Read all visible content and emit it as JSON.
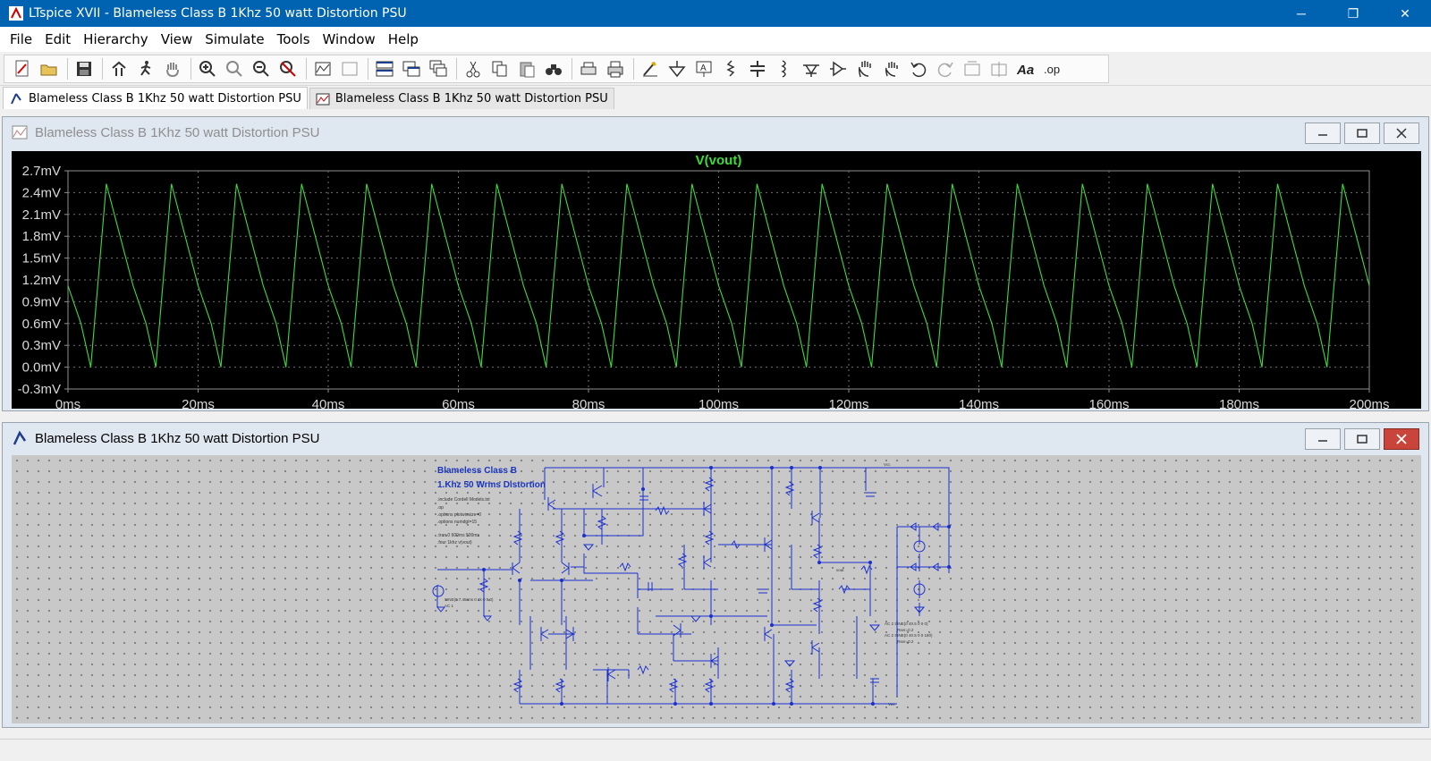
{
  "window": {
    "title": "LTspice XVII - Blameless Class B 1Khz 50 watt Distortion PSU",
    "minimize_glyph": "─",
    "maximize_glyph": "❐",
    "close_glyph": "✕"
  },
  "menu": [
    "File",
    "Edit",
    "Hierarchy",
    "View",
    "Simulate",
    "Tools",
    "Window",
    "Help"
  ],
  "toolbar": {
    "icons": [
      "new-schematic-icon",
      "open-icon",
      "save-icon",
      "control-panel-icon",
      "run-icon",
      "halt-icon",
      "zoom-in-icon",
      "zoom-area-icon",
      "zoom-out-icon",
      "zoom-cancel-icon",
      "autorange-icon",
      "plot-settings-icon",
      "tile-horizontal-icon",
      "tile-vertical-icon",
      "cascade-icon",
      "cut-icon",
      "copy-icon",
      "paste-icon",
      "find-icon",
      "print-setup-icon",
      "print-icon",
      "wire-icon",
      "ground-icon",
      "label-net-icon",
      "resistor-icon",
      "capacitor-icon",
      "inductor-icon",
      "diode-icon",
      "component-icon",
      "move-icon",
      "drag-icon",
      "undo-icon",
      "redo-icon",
      "rotate-icon",
      "mirror-icon",
      "text-icon",
      "spice-directive-icon"
    ],
    "text_label": "Aa",
    "op_label": ".op"
  },
  "tabs": [
    {
      "label": "Blameless Class B 1Khz 50 watt Distortion PSU",
      "kind": "schematic"
    },
    {
      "label": "Blameless Class B 1Khz 50 watt Distortion PSU",
      "kind": "plot"
    }
  ],
  "plot_window": {
    "title": "Blameless Class B 1Khz 50 watt Distortion PSU"
  },
  "schematic_window": {
    "title": "Blameless Class B 1Khz 50 watt Distortion PSU",
    "title_lines": [
      "Blameless Class B",
      "1.Khz 50 Wrms Distortion"
    ],
    "directives": [
      ".include Cordell Models.txt",
      ".op",
      ".options plotwinsize=0",
      ".options numdgt=15",
      ".tran 0 600ms 500ms",
      ".four 1khz v(vout)"
    ],
    "source_lines": [
      "SINE(0 7.45rms 0 1k 0 0 0)",
      "AC 1"
    ],
    "psu_lines": [
      "AC 2   SINE(0 40.5 0 0 0)",
      "Rser=0.2",
      "AC 2   SINE(0 40.5 0 0 180)",
      "Rser=0.2"
    ],
    "node_labels": [
      "Vcc",
      "Vee",
      "vout"
    ]
  },
  "chart_data": {
    "type": "line",
    "title": "V(vout)",
    "color": "#3ddc3d",
    "x_ticks": [
      "0ms",
      "20ms",
      "40ms",
      "60ms",
      "80ms",
      "100ms",
      "120ms",
      "140ms",
      "160ms",
      "180ms",
      "200ms"
    ],
    "y_ticks": [
      "2.7mV",
      "2.4mV",
      "2.1mV",
      "1.8mV",
      "1.5mV",
      "1.2mV",
      "0.9mV",
      "0.6mV",
      "0.3mV",
      "0.0mV",
      "-0.3mV"
    ],
    "xlim": [
      0,
      200
    ],
    "ylim": [
      -0.3,
      2.7
    ],
    "x_unit": "ms",
    "y_unit": "mV",
    "grid": true,
    "background": "#000000",
    "period_ms": 10,
    "series": [
      {
        "name": "V(vout)",
        "x": [
          0,
          2,
          3.5,
          5.9,
          10,
          12,
          13.5,
          15.9,
          20,
          22,
          23.5,
          25.9,
          30,
          32,
          33.5,
          35.9,
          40,
          42,
          43.5,
          45.9,
          50,
          52,
          53.5,
          55.9,
          60,
          62,
          63.5,
          65.9,
          70,
          72,
          73.5,
          75.9,
          80,
          82,
          83.5,
          85.9,
          90,
          92,
          93.5,
          95.9,
          100,
          102,
          103.5,
          105.9,
          110,
          112,
          113.5,
          115.9,
          120,
          122,
          123.5,
          125.9,
          130,
          132,
          133.5,
          135.9,
          140,
          142,
          143.5,
          145.9,
          150,
          152,
          153.5,
          155.9,
          160,
          162,
          163.5,
          165.9,
          170,
          172,
          173.5,
          175.9,
          180,
          182,
          183.5,
          185.9,
          190,
          192,
          193.5,
          195.9,
          200
        ],
        "y": [
          1.12,
          0.6,
          0.0,
          2.52,
          1.12,
          0.6,
          0.0,
          2.52,
          1.12,
          0.6,
          0.0,
          2.52,
          1.12,
          0.6,
          0.0,
          2.52,
          1.12,
          0.6,
          0.0,
          2.52,
          1.12,
          0.6,
          0.0,
          2.52,
          1.12,
          0.6,
          0.0,
          2.52,
          1.12,
          0.6,
          0.0,
          2.52,
          1.12,
          0.6,
          0.0,
          2.52,
          1.12,
          0.6,
          0.0,
          2.52,
          1.12,
          0.6,
          0.0,
          2.52,
          1.12,
          0.6,
          0.0,
          2.52,
          1.12,
          0.6,
          0.0,
          2.52,
          1.12,
          0.6,
          0.0,
          2.52,
          1.12,
          0.6,
          0.0,
          2.52,
          1.12,
          0.6,
          0.0,
          2.52,
          1.12,
          0.6,
          0.0,
          2.52,
          1.12,
          0.6,
          0.0,
          2.52,
          1.12,
          0.6,
          0.0,
          2.52,
          1.12,
          0.6,
          0.0,
          2.52,
          1.12
        ]
      }
    ]
  }
}
